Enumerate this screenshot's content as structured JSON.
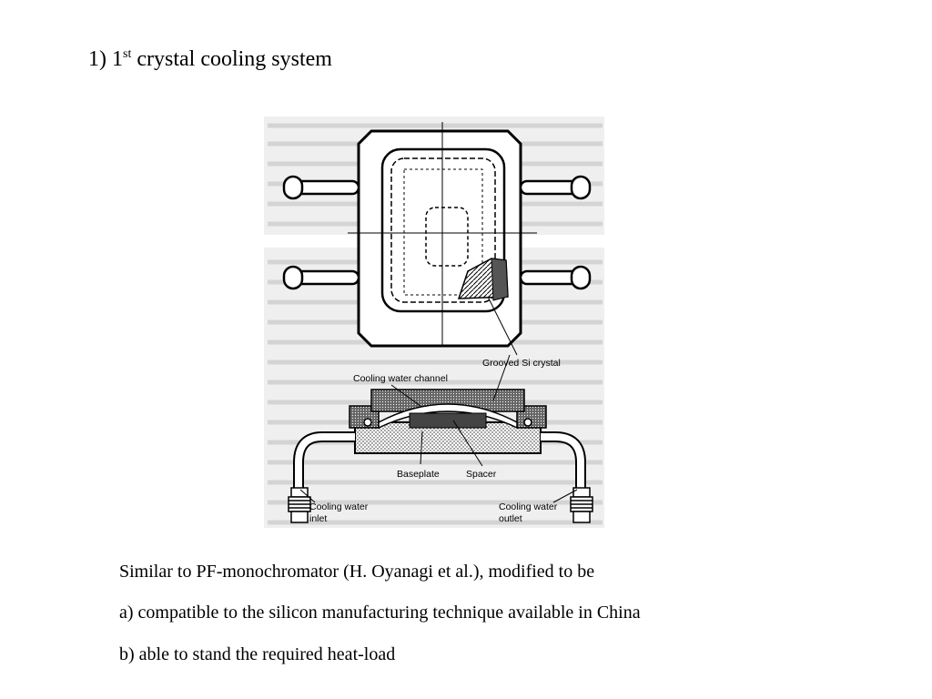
{
  "slide": {
    "title_prefix": "1) 1",
    "title_sup": "st",
    "title_rest": " crystal cooling system",
    "caption_lines": [
      "Similar to PF-monochromator (H. Oyanagi et al.),  modified to be",
      "a) compatible to the silicon manufacturing technique available in China",
      "b) able to stand the required heat-load"
    ]
  },
  "diagram": {
    "labels": {
      "grooved_si_crystal": "Grooved Si crystal",
      "cooling_water_channel": "Cooling water channel",
      "baseplate": "Baseplate",
      "spacer": "Spacer",
      "inlet_line1": "Cooling water",
      "inlet_line2": "inlet",
      "outlet_line1": "Cooling water",
      "outlet_line2": "outlet"
    }
  }
}
